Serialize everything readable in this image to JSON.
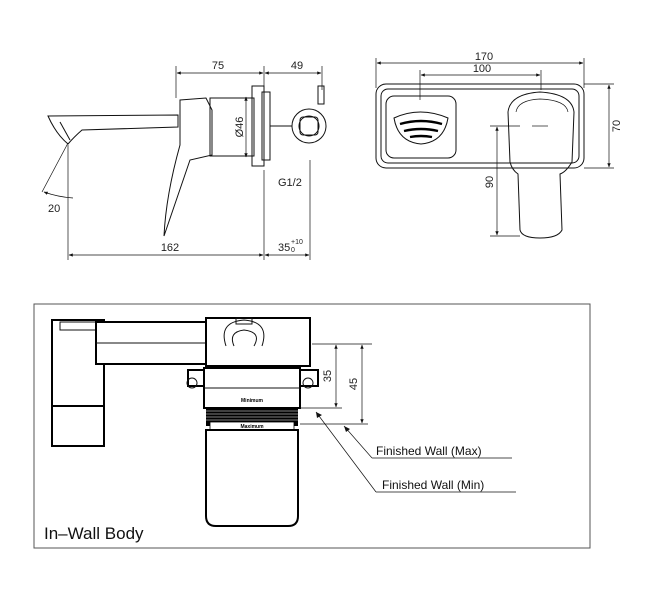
{
  "side_view": {
    "dim_75": "75",
    "dim_49": "49",
    "dim_dia46": "Ø46",
    "dim_thread": "G1/2",
    "dim_20": "20",
    "dim_162": "162",
    "dim_35_base": "35",
    "dim_35_tol_upper": "+10",
    "dim_35_tol_lower": "0"
  },
  "front_view": {
    "dim_170": "170",
    "dim_100": "100",
    "dim_70": "70",
    "dim_90": "90"
  },
  "in_wall": {
    "title": "In–Wall Body",
    "dim_35": "35",
    "dim_45": "45",
    "label_minimum": "Minimum",
    "label_maximum": "Maximum",
    "callout_max": "Finished Wall (Max)",
    "callout_min": "Finished Wall (Min)"
  }
}
